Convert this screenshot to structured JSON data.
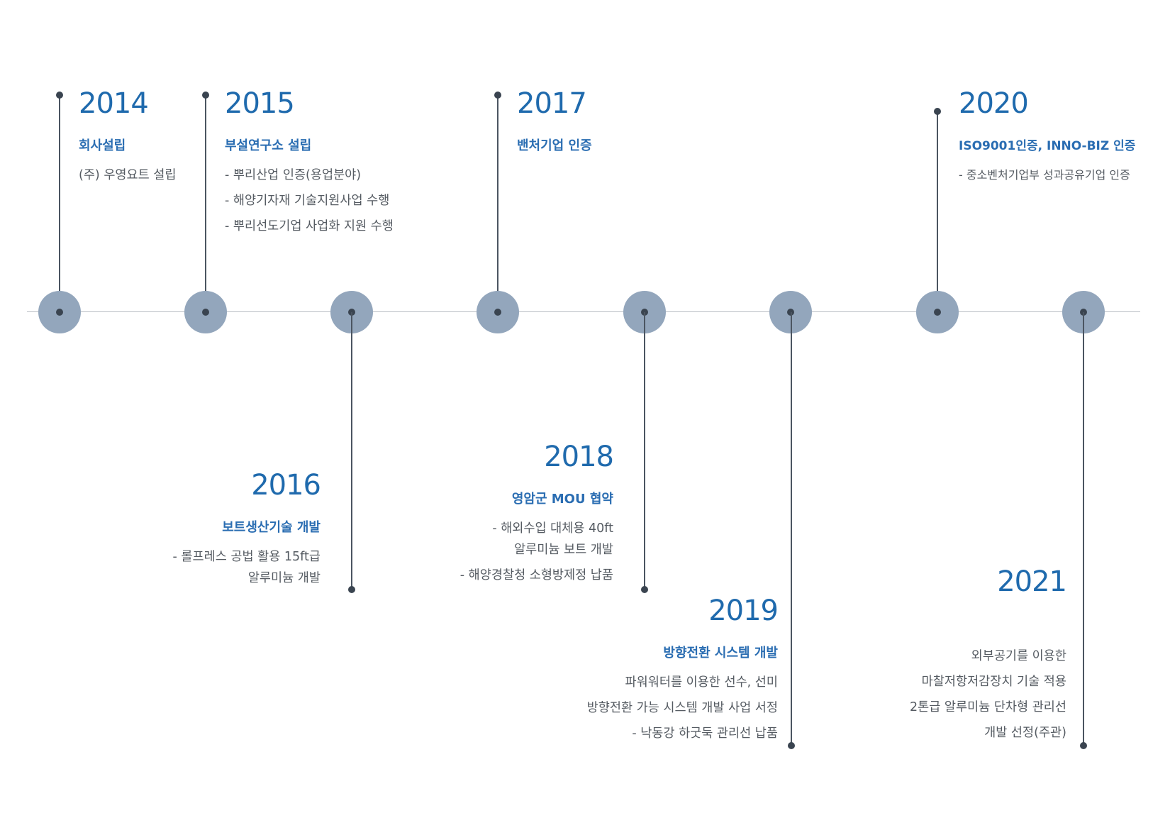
{
  "colors": {
    "accent": "#1f6aad",
    "node": "#93a6bc",
    "stem": "#4b5561",
    "text": "#555b62",
    "axis": "#b9bec4"
  },
  "events": [
    {
      "year": "2014",
      "title": "회사설립",
      "lines": [
        "(주) 우영요트 설립"
      ]
    },
    {
      "year": "2015",
      "title": "부설연구소 설립",
      "lines": [
        "- 뿌리산업 인증(용업분야)",
        "- 해양기자재 기술지원사업 수행",
        "- 뿌리선도기업 사업화 지원 수행"
      ]
    },
    {
      "year": "2016",
      "title": "보트생산기술 개발",
      "lines": [
        "- 롤프레스 공법 활용 15ft급",
        "알루미늄 개발"
      ]
    },
    {
      "year": "2017",
      "title": "밴처기업 인증",
      "lines": []
    },
    {
      "year": "2018",
      "title": "영암군 MOU 협약",
      "lines": [
        "- 해외수입 대체용 40ft",
        "알루미늄 보트 개발",
        "- 해양경찰청 소형방제정 납품"
      ]
    },
    {
      "year": "2019",
      "title": "방향전환 시스템 개발",
      "lines": [
        "파워워터를 이용한 선수, 선미",
        "방향전환 가능 시스템 개발 사업 서정",
        "- 낙동강 하굿둑 관리선 납품"
      ]
    },
    {
      "year": "2020",
      "title": "ISO9001인증, INNO-BIZ 인증",
      "lines": [
        "- 중소벤처기업부 성과공유기업 인증"
      ]
    },
    {
      "year": "2021",
      "title": "",
      "lines": [
        "외부공기를 이용한",
        "마찰저항저감장치 기술 적용",
        "2톤급 알루미늄 단차형 관리선",
        "개발 선정(주관)"
      ]
    }
  ]
}
